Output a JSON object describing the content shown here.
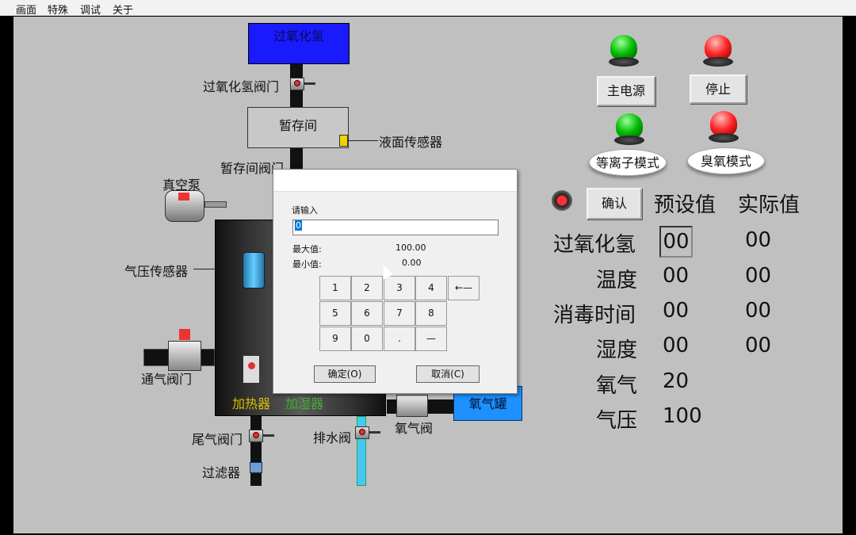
{
  "menu": [
    "画面",
    "特殊",
    "调试",
    "关于"
  ],
  "diagram": {
    "tank_h2o2": "过氧化氢",
    "valve_h2o2": "过氧化氢阀门",
    "storage": "暂存间",
    "level_sensor": "液面传感器",
    "storage_valve": "暂存间阀门",
    "vacuum_pump": "真空泵",
    "pressure_sensor": "气压传感器",
    "vent_valve": "通气阀门",
    "heater": "加热器",
    "humidifier": "加湿器",
    "oxygen_tank": "氧气罐",
    "oxygen_valve": "氧气阀",
    "exhaust_valve": "尾气阀门",
    "drain_valve": "排水阀",
    "filter": "过滤器"
  },
  "controls": {
    "main_power": "主电源",
    "stop": "停止",
    "plasma_mode": "等离子模式",
    "ozone_mode": "臭氧模式",
    "confirm": "确认",
    "preset_header": "预设值",
    "actual_header": "实际值"
  },
  "params": [
    {
      "label": "过氧化氢",
      "preset": "00",
      "actual": "00"
    },
    {
      "label": "温度",
      "preset": "00",
      "actual": "00"
    },
    {
      "label": "消毒时间",
      "preset": "00",
      "actual": "00"
    },
    {
      "label": "湿度",
      "preset": "00",
      "actual": "00"
    },
    {
      "label": "氧气",
      "preset": "20",
      "actual": ""
    },
    {
      "label": "气压",
      "preset": "100",
      "actual": ""
    }
  ],
  "dialog": {
    "prompt": "请输入",
    "value": "0",
    "max_label": "最大值:",
    "max_value": "100.00",
    "min_label": "最小值:",
    "min_value": "0.00",
    "keys": [
      "1",
      "2",
      "3",
      "4",
      "←—",
      "5",
      "6",
      "7",
      "8",
      "9",
      "0",
      ".",
      "—"
    ],
    "ok": "确定(O)",
    "cancel": "取消(C)"
  }
}
